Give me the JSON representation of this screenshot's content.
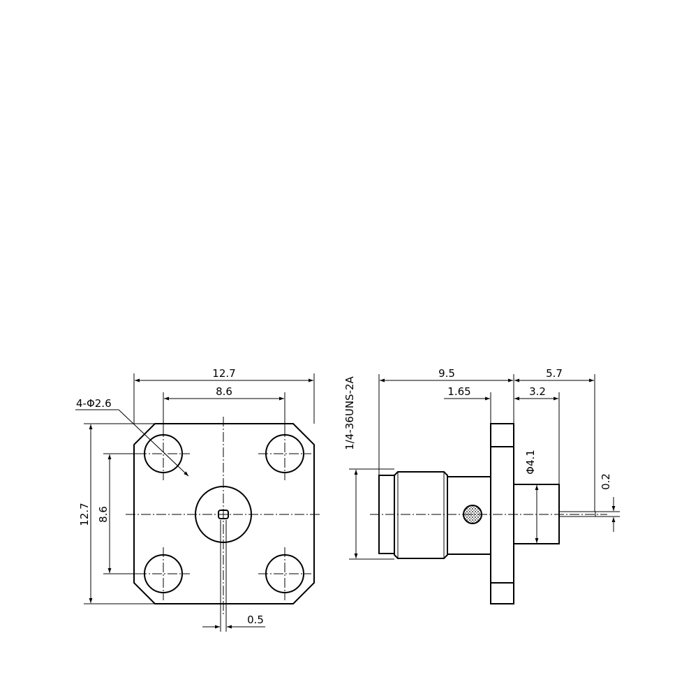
{
  "front_view": {
    "width_overall": "12.7",
    "hole_spacing_x": "8.6",
    "hole_spec": "4-Φ2.6",
    "height_overall": "12.7",
    "hole_spacing_y": "8.6",
    "pin_width": "0.5"
  },
  "side_view": {
    "thread_spec": "1/4-36UNS-2A",
    "length_front": "9.5",
    "flange_thickness": "1.65",
    "length_rear": "5.7",
    "body_length_rear": "3.2",
    "body_diameter": "Φ4.1",
    "pin_diameter": "0.2"
  }
}
